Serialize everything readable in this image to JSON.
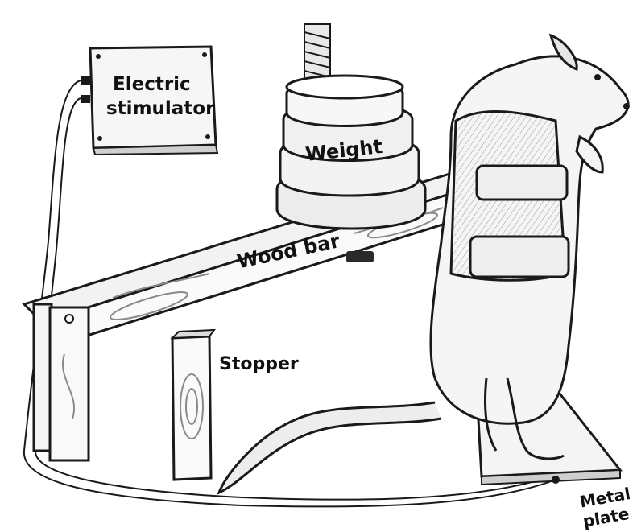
{
  "labels": {
    "stimulator_line1": "Electric",
    "stimulator_line2": "stimulator",
    "weight": "Weight",
    "wood_bar": "Wood bar",
    "stopper": "Stopper",
    "metal_plate_line1": "Metal",
    "metal_plate_line2": "plate"
  },
  "colors": {
    "ink": "#1a1a1a",
    "paper": "#ffffff",
    "shade": "#d9d9d9"
  }
}
